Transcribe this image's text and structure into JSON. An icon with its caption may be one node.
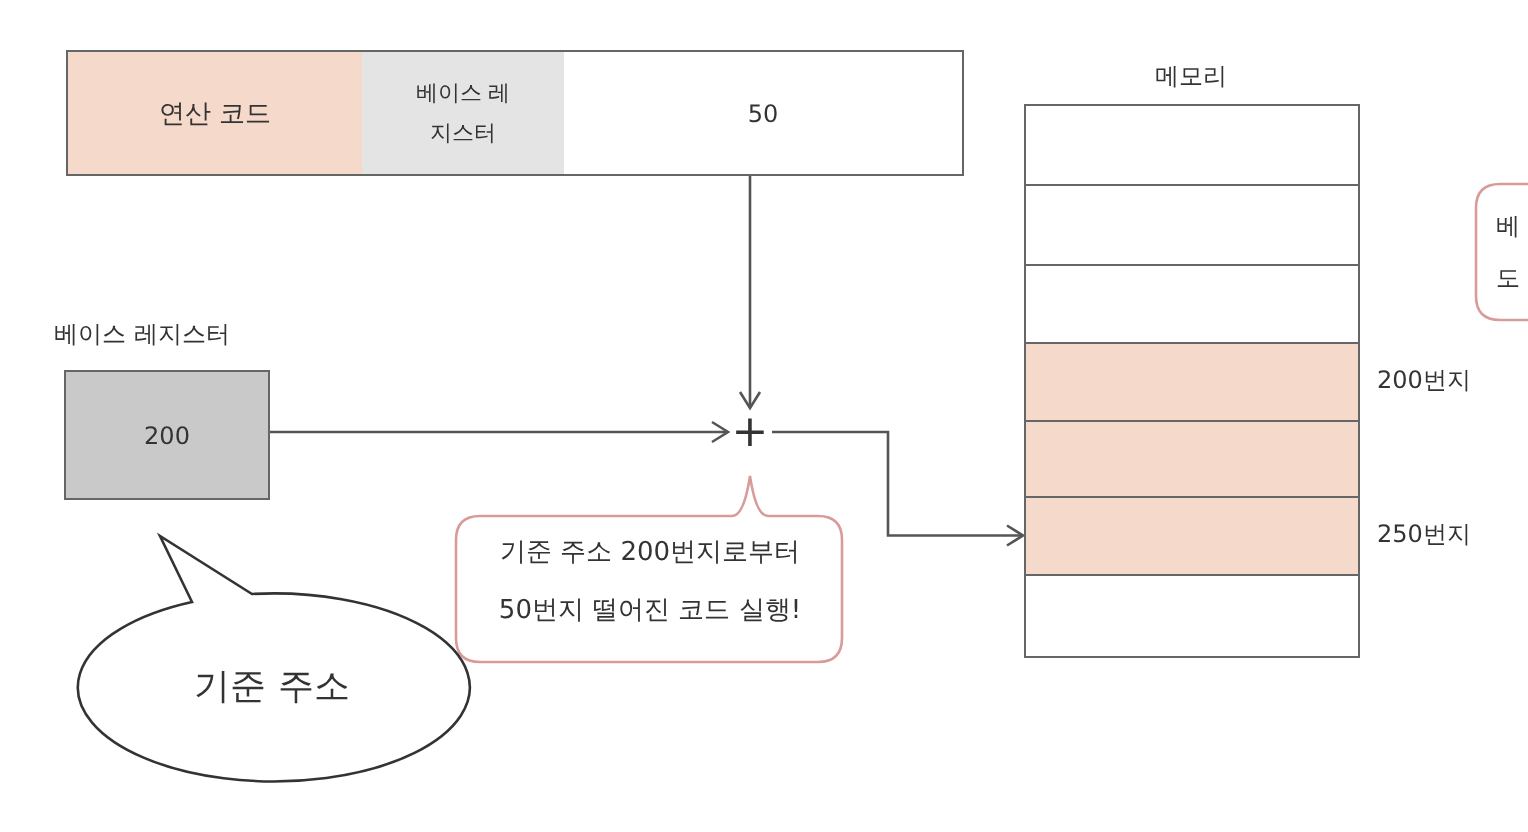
{
  "diagram": {
    "nodes": [
      {
        "text": [
          "연산 코드"
        ]
      },
      {
        "text": [
          "베이스 레지스터"
        ]
      },
      {
        "text": [
          "50"
        ]
      },
      {
        "text": [
          "200"
        ],
        "beside": [
          "베이스 레지스터"
        ]
      },
      {
        "text": [
          "+"
        ]
      },
      {
        "text": [
          "메모리"
        ]
      },
      {
        "text": [],
        "shape": "box",
        "in": 5
      },
      {
        "text": [],
        "shape": "box",
        "in": 5
      },
      {
        "text": [],
        "shape": "box",
        "in": 5
      },
      {
        "text": [],
        "shape": "box",
        "in": 5,
        "beside": [
          "200번지"
        ]
      },
      {
        "text": [],
        "shape": "box",
        "in": 5
      },
      {
        "text": [],
        "shape": "box",
        "in": 5,
        "beside": [
          "250번지"
        ]
      },
      {
        "text": [],
        "shape": "box",
        "in": 5
      },
      {
        "text": [
          "기준 주소 200번지로부터 50번지 떨어진 코드 실행!"
        ]
      },
      {
        "text": [
          "기준 주소"
        ]
      },
      {
        "text": [
          "베 도"
        ]
      }
    ],
    "edges": [
      {
        "from": 2,
        "to": 4,
        "arrow": "to"
      },
      {
        "from": 3,
        "to": 4,
        "arrow": "to"
      },
      {
        "from": 4,
        "to": 11,
        "arrow": "to"
      }
    ]
  }
}
